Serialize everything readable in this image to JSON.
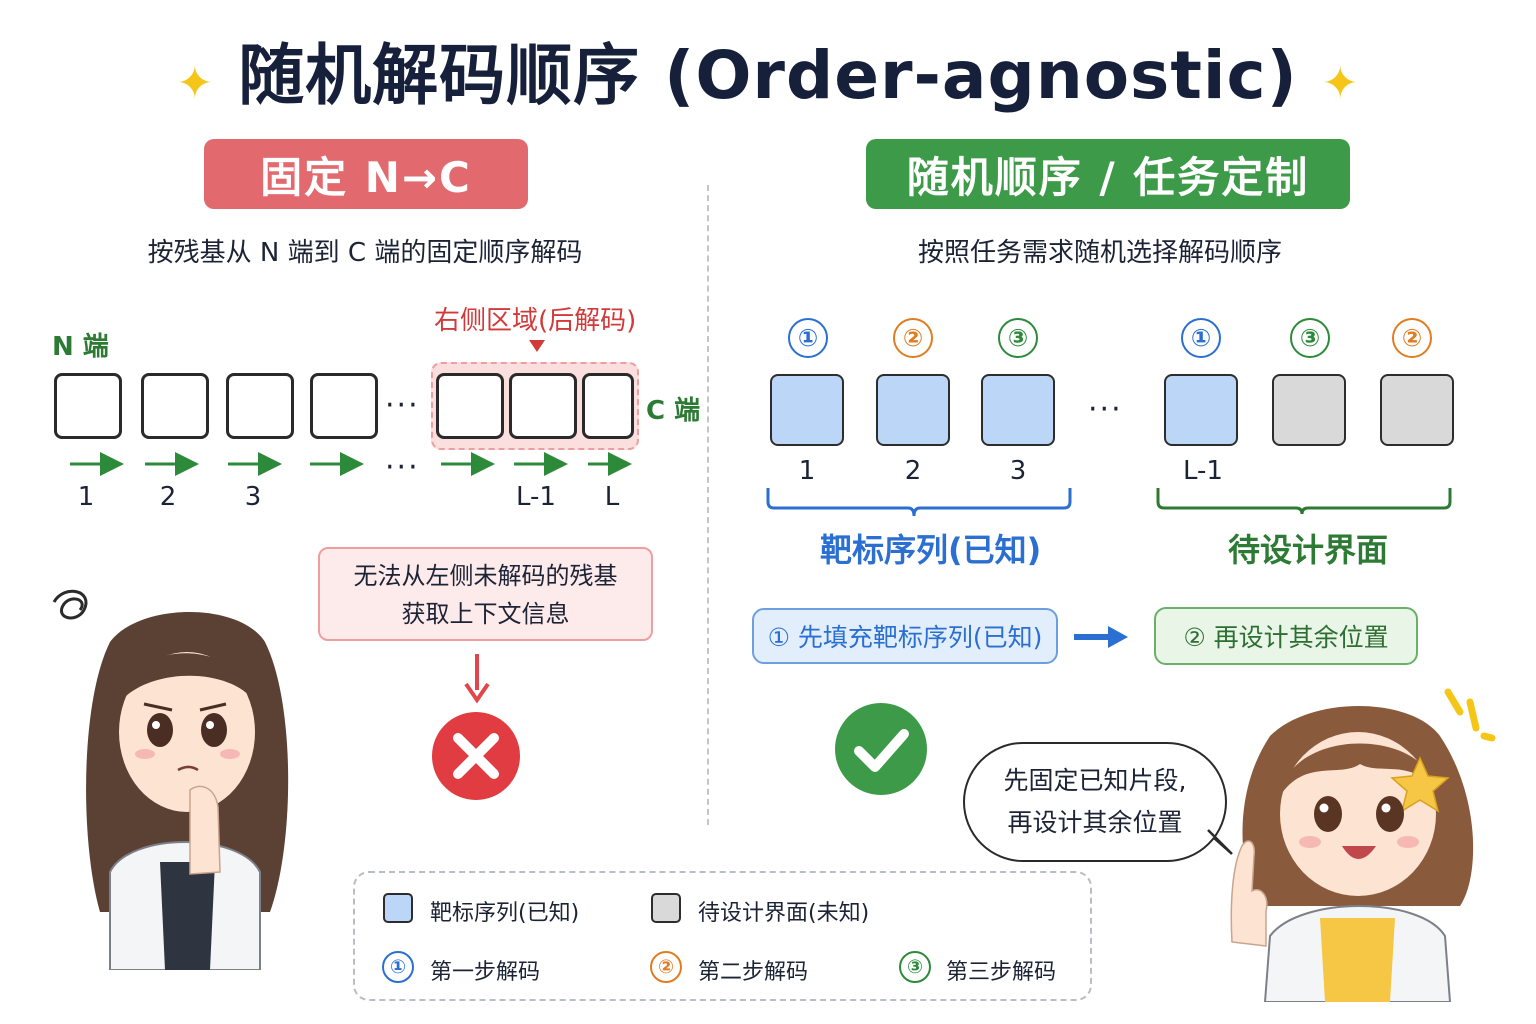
{
  "title": "随机解码顺序 (Order-agnostic)",
  "left": {
    "pill": "固定 N→C",
    "subtitle": "按残基从 N 端到 C 端的固定顺序解码",
    "n_end": "N 端",
    "c_end": "C 端",
    "region_label": "右侧区域(后解码)",
    "ellipsis": "···",
    "positions": [
      "1",
      "2",
      "3",
      "L-1",
      "L"
    ],
    "warning_line1": "无法从左侧未解码的残基",
    "warning_line2": "获取上下文信息"
  },
  "right": {
    "pill": "随机顺序 / 任务定制",
    "subtitle": "按照任务需求随机选择解码顺序",
    "ellipsis": "···",
    "order_marks": [
      "①",
      "②",
      "③",
      "①",
      "③",
      "②"
    ],
    "positions": [
      "1",
      "2",
      "3",
      "L-1"
    ],
    "known_label": "靶标序列(已知)",
    "design_label": "待设计界面",
    "step1": "① 先填充靶标序列(已知)",
    "step2": "② 再设计其余位置",
    "bubble_line1": "先固定已知片段,",
    "bubble_line2": "再设计其余位置"
  },
  "legend": {
    "known": "靶标序列(已知)",
    "unknown": "待设计界面(未知)",
    "step1_mark": "①",
    "step1": "第一步解码",
    "step2_mark": "②",
    "step2": "第二步解码",
    "step3_mark": "③",
    "step3": "第三步解码"
  },
  "colors": {
    "red_pill": "#e26a6f",
    "green_pill": "#3d9a48",
    "blue_box": "#bcd6f7",
    "gray_box": "#d9d9d9",
    "step1": "#2a6fd1",
    "step2": "#e07d22",
    "step3": "#2d8a3a"
  }
}
